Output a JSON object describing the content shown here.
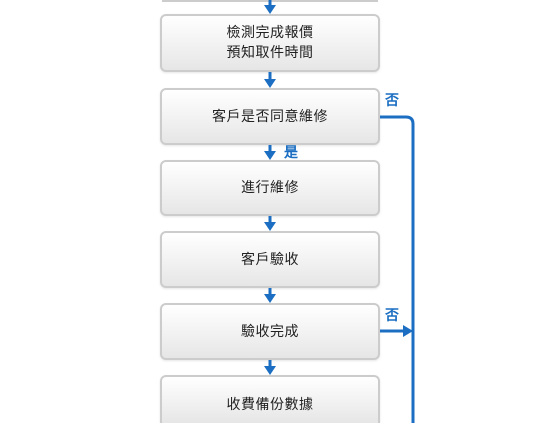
{
  "flowchart": {
    "steps": [
      {
        "lines": [
          "檢測完成報價",
          "預知取件時間"
        ]
      },
      {
        "lines": [
          "客戶是否同意維修"
        ]
      },
      {
        "lines": [
          "進行維修"
        ]
      },
      {
        "lines": [
          "客戶驗收"
        ]
      },
      {
        "lines": [
          "驗收完成"
        ]
      },
      {
        "lines": [
          "收費備份數據"
        ]
      }
    ],
    "branch_labels": {
      "consent_yes": "是",
      "consent_no": "否",
      "acceptance_no": "否"
    }
  },
  "colors": {
    "connector": "#1b6ec2",
    "box_text": "#222222",
    "box_border": "#cccccc"
  }
}
